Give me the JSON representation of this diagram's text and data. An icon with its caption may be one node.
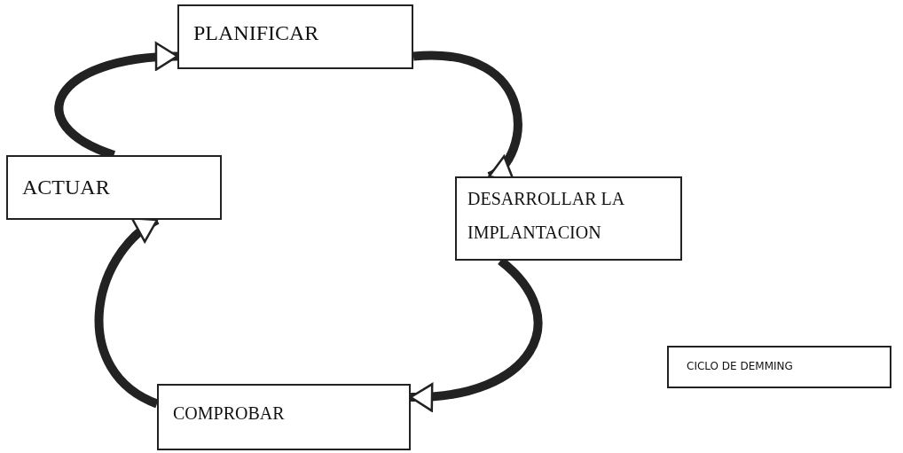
{
  "diagram": {
    "nodes": [
      {
        "text": [
          "PLANIFICAR"
        ]
      },
      {
        "text": [
          "ACTUAR"
        ]
      },
      {
        "text": [
          "DESARROLLAR LA IMPLANTACION"
        ]
      },
      {
        "text": [
          "COMPROBAR"
        ]
      },
      {
        "text": [
          "CICLO DE DEMMING"
        ]
      }
    ],
    "edges": [
      {
        "from": 1,
        "to": 0,
        "arrow": "to"
      },
      {
        "from": 0,
        "to": 2,
        "arrow": "to"
      },
      {
        "from": 2,
        "to": 3,
        "arrow": "to"
      },
      {
        "from": 3,
        "to": 1,
        "arrow": "to"
      }
    ]
  }
}
